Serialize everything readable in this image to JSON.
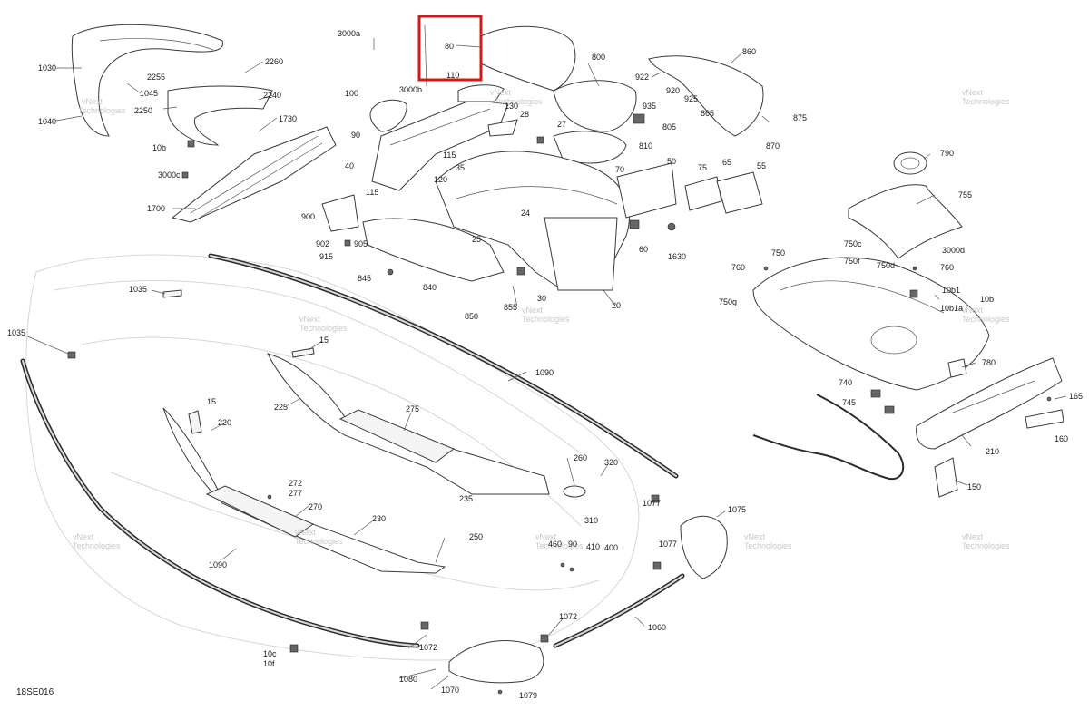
{
  "document_id": "18SE016",
  "watermark": [
    "vNext",
    "Technologies"
  ],
  "callouts": [
    "3000a",
    "80",
    "110",
    "800",
    "860",
    "922",
    "920",
    "925",
    "935",
    "805",
    "865",
    "875",
    "870",
    "1030",
    "1045",
    "1040",
    "2260",
    "2255",
    "2250",
    "2240",
    "1730",
    "10b",
    "3000c",
    "1700",
    "100",
    "3000b",
    "90",
    "130",
    "27",
    "28",
    "115",
    "35",
    "40",
    "115",
    "120",
    "810",
    "70",
    "50",
    "75",
    "65",
    "55",
    "24",
    "900",
    "902",
    "905",
    "915",
    "25",
    "845",
    "840",
    "850",
    "855",
    "30",
    "60",
    "1630",
    "20",
    "790",
    "755",
    "750",
    "750c",
    "750f",
    "750d",
    "3000d",
    "760",
    "760",
    "10b1",
    "10b",
    "10b1a",
    "750g",
    "1035",
    "1035",
    "15",
    "15",
    "225",
    "220",
    "275",
    "1090",
    "260",
    "320",
    "1077",
    "310",
    "235",
    "272",
    "277",
    "270",
    "230",
    "250",
    "460",
    "90",
    "410",
    "400",
    "1075",
    "1077",
    "1090",
    "1072",
    "1060",
    "1072",
    "10c",
    "10f",
    "1080",
    "1070",
    "1079",
    "740",
    "745",
    "780",
    "165",
    "160",
    "210",
    "150"
  ]
}
